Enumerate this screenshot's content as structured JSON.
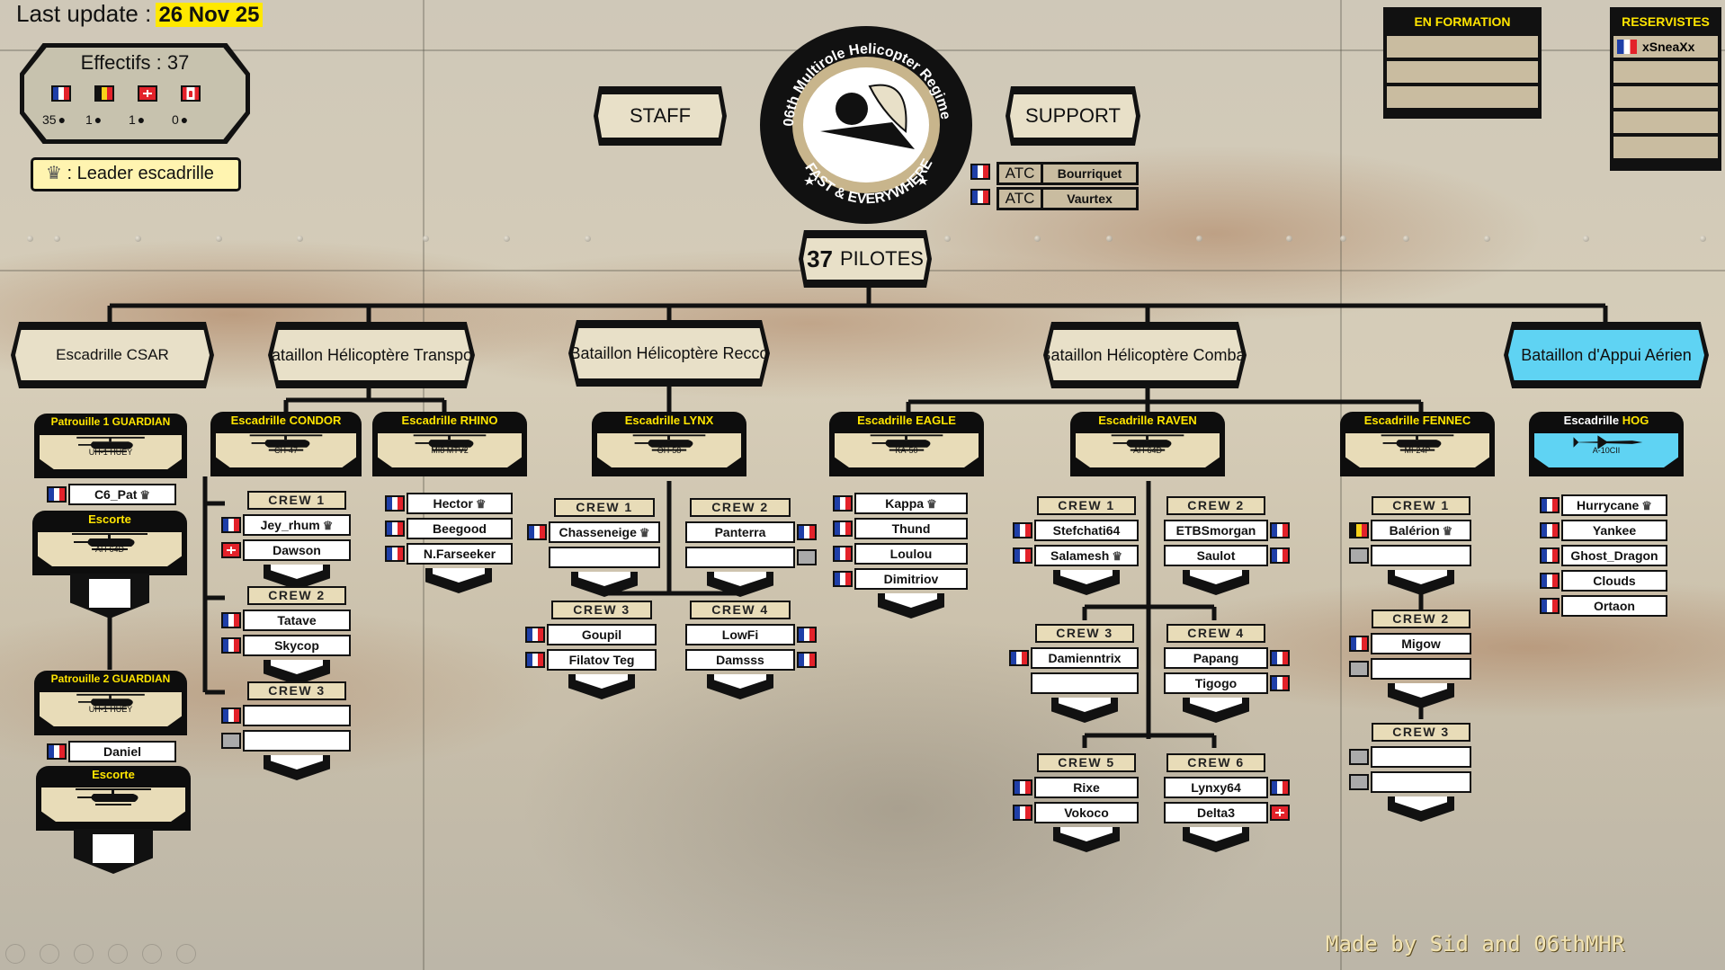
{
  "header": {
    "last_update_label": "Last update :",
    "last_update_value": "26 Nov 25"
  },
  "effectifs": {
    "label": "Effectifs :",
    "total": "37",
    "countries": [
      {
        "flag": "fr",
        "count": "35"
      },
      {
        "flag": "be",
        "count": "1"
      },
      {
        "flag": "ch",
        "count": "1"
      },
      {
        "flag": "ca",
        "count": "0"
      }
    ]
  },
  "legend": {
    "text": ": Leader escadrille",
    "icon": "crown-icon"
  },
  "top": {
    "staff": "STAFF",
    "support": "SUPPORT",
    "pilots_count": "37",
    "pilots_label": "PILOTES",
    "logo": {
      "top": "06th Multirole Helicopter Regiment",
      "bottom": "FAST & EVERYWHERE"
    },
    "atc": [
      {
        "role": "ATC",
        "name": "Bourriquet",
        "flag": "fr"
      },
      {
        "role": "ATC",
        "name": "Vaurtex",
        "flag": "fr"
      }
    ]
  },
  "en_formation": {
    "title": "EN FORMATION",
    "rows": [
      "",
      "",
      ""
    ]
  },
  "reservistes": {
    "title": "RESERVISTES",
    "rows": [
      {
        "name": "xSneaXx",
        "flag": "fr"
      },
      {
        "name": ""
      },
      {
        "name": ""
      },
      {
        "name": ""
      },
      {
        "name": ""
      }
    ]
  },
  "battalions": [
    "Escadrille CSAR",
    "Bataillon Hélicoptère Transport",
    "Bataillon Hélicoptère Recco",
    "Bataillon Hélicoptère Combat",
    "Bataillon d'Appui Aérien"
  ],
  "csar": {
    "p1": {
      "prefix": "Patrouille 1",
      "name": "GUARDIAN",
      "aircraft": "UH-1 HUEY",
      "pilot": "C6_Pat",
      "escorte": "Escorte",
      "escorte_aircraft": "AH-64D"
    },
    "p2": {
      "prefix": "Patrouille 2",
      "name": "GUARDIAN",
      "aircraft": "UH-1 HUEY",
      "pilot": "Daniel",
      "escorte": "Escorte"
    }
  },
  "squadrons": {
    "condor": {
      "prefix": "Escadrille",
      "name": "CONDOR",
      "aircraft": "CH-47"
    },
    "rhino": {
      "prefix": "Escadrille",
      "name": "RHINO",
      "aircraft": "MI8 MTV2"
    },
    "lynx": {
      "prefix": "Escadrille",
      "name": "LYNX",
      "aircraft": "OH-58"
    },
    "eagle": {
      "prefix": "Escadrille",
      "name": "EAGLE",
      "aircraft": "KA-50"
    },
    "raven": {
      "prefix": "Escadrille",
      "name": "RAVEN",
      "aircraft": "AH-64D"
    },
    "fennec": {
      "prefix": "Escadrille",
      "name": "FENNEC",
      "aircraft": "MI-24P"
    },
    "hog": {
      "prefix": "Escadrille",
      "name": "HOG",
      "aircraft": "A-10CII"
    }
  },
  "crews": {
    "condor": [
      {
        "label": "CREW 1",
        "pilots": [
          {
            "name": "Jey_rhum",
            "flag": "fr",
            "lead": true
          },
          {
            "name": "Dawson",
            "flag": "ch"
          }
        ]
      },
      {
        "label": "CREW 2",
        "pilots": [
          {
            "name": "Tatave",
            "flag": "fr"
          },
          {
            "name": "Skycop",
            "flag": "fr"
          }
        ]
      },
      {
        "label": "CREW 3",
        "pilots": [
          {
            "name": "",
            "flag": "fr"
          },
          {
            "name": "",
            "flag": "grey"
          }
        ]
      }
    ],
    "rhino": [
      {
        "name": "Hector",
        "flag": "fr",
        "lead": true
      },
      {
        "name": "Beegood",
        "flag": "fr"
      },
      {
        "name": "N.Farseeker",
        "flag": "fr"
      }
    ],
    "lynx": [
      {
        "label": "CREW 1",
        "pilots": [
          {
            "name": "Chasseneige",
            "flag": "fr",
            "lead": true
          },
          {
            "name": "",
            "flag": ""
          }
        ]
      },
      {
        "label": "CREW 2",
        "pilots": [
          {
            "name": "Panterra",
            "flag": "fr"
          },
          {
            "name": "",
            "flag": "grey"
          }
        ]
      },
      {
        "label": "CREW 3",
        "pilots": [
          {
            "name": "Goupil",
            "flag": "fr"
          },
          {
            "name": "Filatov Teg",
            "flag": "fr"
          }
        ]
      },
      {
        "label": "CREW 4",
        "pilots": [
          {
            "name": "LowFi",
            "flag": "fr"
          },
          {
            "name": "Damsss",
            "flag": "fr"
          }
        ]
      }
    ],
    "eagle": [
      {
        "name": "Kappa",
        "flag": "fr",
        "lead": true
      },
      {
        "name": "Thund",
        "flag": "fr"
      },
      {
        "name": "Loulou",
        "flag": "fr"
      },
      {
        "name": "Dimitriov",
        "flag": "fr"
      }
    ],
    "raven": [
      {
        "label": "CREW 1",
        "pilots": [
          {
            "name": "Stefchati64",
            "flag": "fr"
          },
          {
            "name": "Salamesh",
            "flag": "fr",
            "lead": true
          }
        ]
      },
      {
        "label": "CREW 2",
        "pilots": [
          {
            "name": "ETBSmorgan",
            "flag": "fr"
          },
          {
            "name": "Saulot",
            "flag": "fr"
          }
        ]
      },
      {
        "label": "CREW 3",
        "pilots": [
          {
            "name": "Damienntrix",
            "flag": "fr"
          },
          {
            "name": "",
            "flag": ""
          }
        ]
      },
      {
        "label": "CREW 4",
        "pilots": [
          {
            "name": "Papang",
            "flag": "fr"
          },
          {
            "name": "Tigogo",
            "flag": "fr"
          }
        ]
      },
      {
        "label": "CREW 5",
        "pilots": [
          {
            "name": "Rixe",
            "flag": "fr"
          },
          {
            "name": "Vokoco",
            "flag": "fr"
          }
        ]
      },
      {
        "label": "CREW 6",
        "pilots": [
          {
            "name": "Lynxy64",
            "flag": "fr"
          },
          {
            "name": "Delta3",
            "flag": "ch"
          }
        ]
      }
    ],
    "fennec": [
      {
        "label": "CREW 1",
        "pilots": [
          {
            "name": "Balérion",
            "flag": "be",
            "lead": true
          },
          {
            "name": "",
            "flag": "grey"
          }
        ]
      },
      {
        "label": "CREW 2",
        "pilots": [
          {
            "name": "Migow",
            "flag": "fr"
          },
          {
            "name": "",
            "flag": "grey"
          }
        ]
      },
      {
        "label": "CREW 3",
        "pilots": [
          {
            "name": "",
            "flag": "grey"
          },
          {
            "name": "",
            "flag": "grey"
          }
        ]
      }
    ],
    "hog": [
      {
        "name": "Hurrycane",
        "flag": "fr",
        "lead": true
      },
      {
        "name": "Yankee",
        "flag": "fr"
      },
      {
        "name": "Ghost_Dragon",
        "flag": "fr"
      },
      {
        "name": "Clouds",
        "flag": "fr"
      },
      {
        "name": "Ortaon",
        "flag": "fr"
      }
    ]
  },
  "footer": {
    "credit": "Made by Sid and 06thMHR"
  }
}
